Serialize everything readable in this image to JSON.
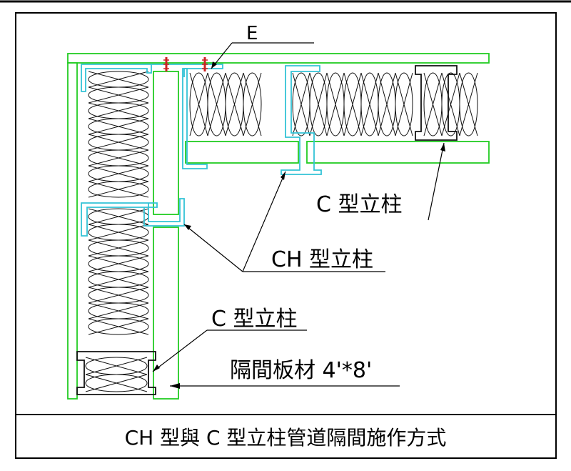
{
  "labels": {
    "screw_e": "E",
    "c_stud_right": "C 型立柱",
    "ch_stud": "CH 型立柱",
    "c_stud_left": "C 型立柱",
    "board": "隔間板材 4'*8'"
  },
  "caption": "CH 型與 C 型立柱管道隔間施作方式",
  "colors": {
    "board_outline": "#22cc22",
    "steel_stud": "#33c3d6",
    "screw": "#cc2222",
    "line": "#000000"
  }
}
